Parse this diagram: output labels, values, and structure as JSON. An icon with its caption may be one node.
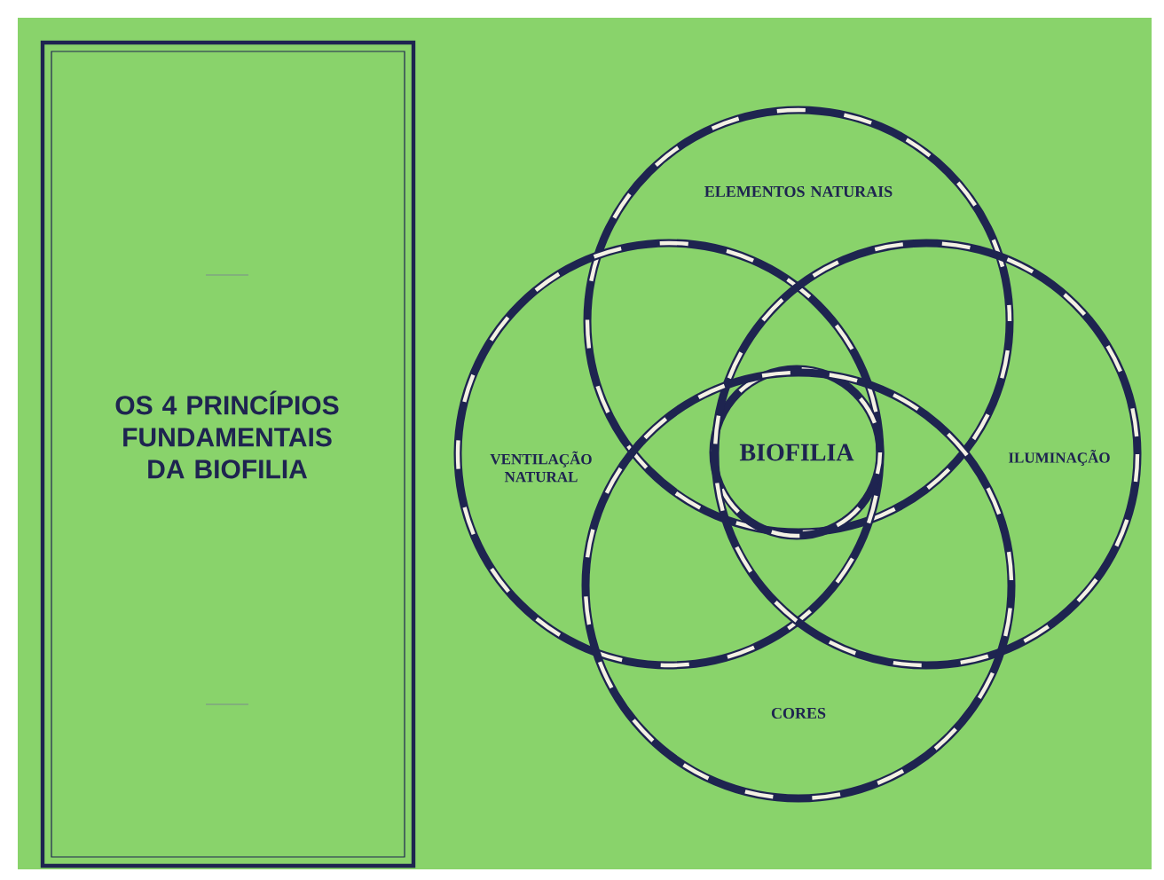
{
  "diagram": {
    "nodes": [
      {
        "text": [
          "OS 4 PRINCÍPIOS FUNDAMENTAIS DA BIOFILIA"
        ]
      },
      {
        "text": [
          "ELEMENTOS NATURAIS"
        ]
      },
      {
        "text": [
          "VENTILAÇÃO NATURAL"
        ]
      },
      {
        "text": [
          "BIOFILIA"
        ]
      },
      {
        "text": [
          "ILUMINAÇÃO"
        ]
      },
      {
        "text": [
          "CORES"
        ]
      }
    ]
  }
}
